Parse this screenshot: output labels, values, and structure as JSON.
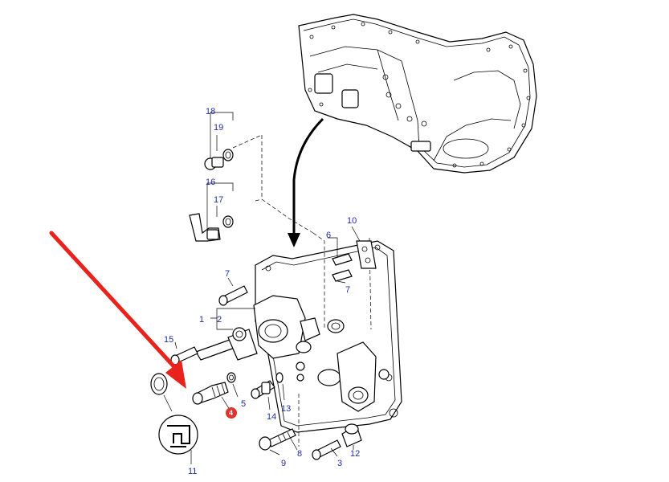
{
  "callouts": [
    {
      "id": "1",
      "text": "1"
    },
    {
      "id": "2",
      "text": "2"
    },
    {
      "id": "3",
      "text": "3"
    },
    {
      "id": "4",
      "text": "4",
      "highlighted": true
    },
    {
      "id": "5",
      "text": "5"
    },
    {
      "id": "6",
      "text": "6"
    },
    {
      "id": "7a",
      "text": "7"
    },
    {
      "id": "7b",
      "text": "7"
    },
    {
      "id": "8",
      "text": "8"
    },
    {
      "id": "9",
      "text": "9"
    },
    {
      "id": "10",
      "text": "10"
    },
    {
      "id": "11",
      "text": "11"
    },
    {
      "id": "12",
      "text": "12"
    },
    {
      "id": "13",
      "text": "13"
    },
    {
      "id": "14",
      "text": "14"
    },
    {
      "id": "15",
      "text": "15"
    },
    {
      "id": "16",
      "text": "16"
    },
    {
      "id": "17",
      "text": "17"
    },
    {
      "id": "18",
      "text": "18"
    },
    {
      "id": "19",
      "text": "19"
    }
  ],
  "colors": {
    "callout_text": "#1f2fa0",
    "highlight_badge": "#e0332e",
    "arrow": "#e8231e",
    "linework": "#000000",
    "background": "#ffffff"
  },
  "icons": {
    "sealant_symbol": "sealant-icon",
    "pointer_arrow": "red-arrow-icon"
  }
}
